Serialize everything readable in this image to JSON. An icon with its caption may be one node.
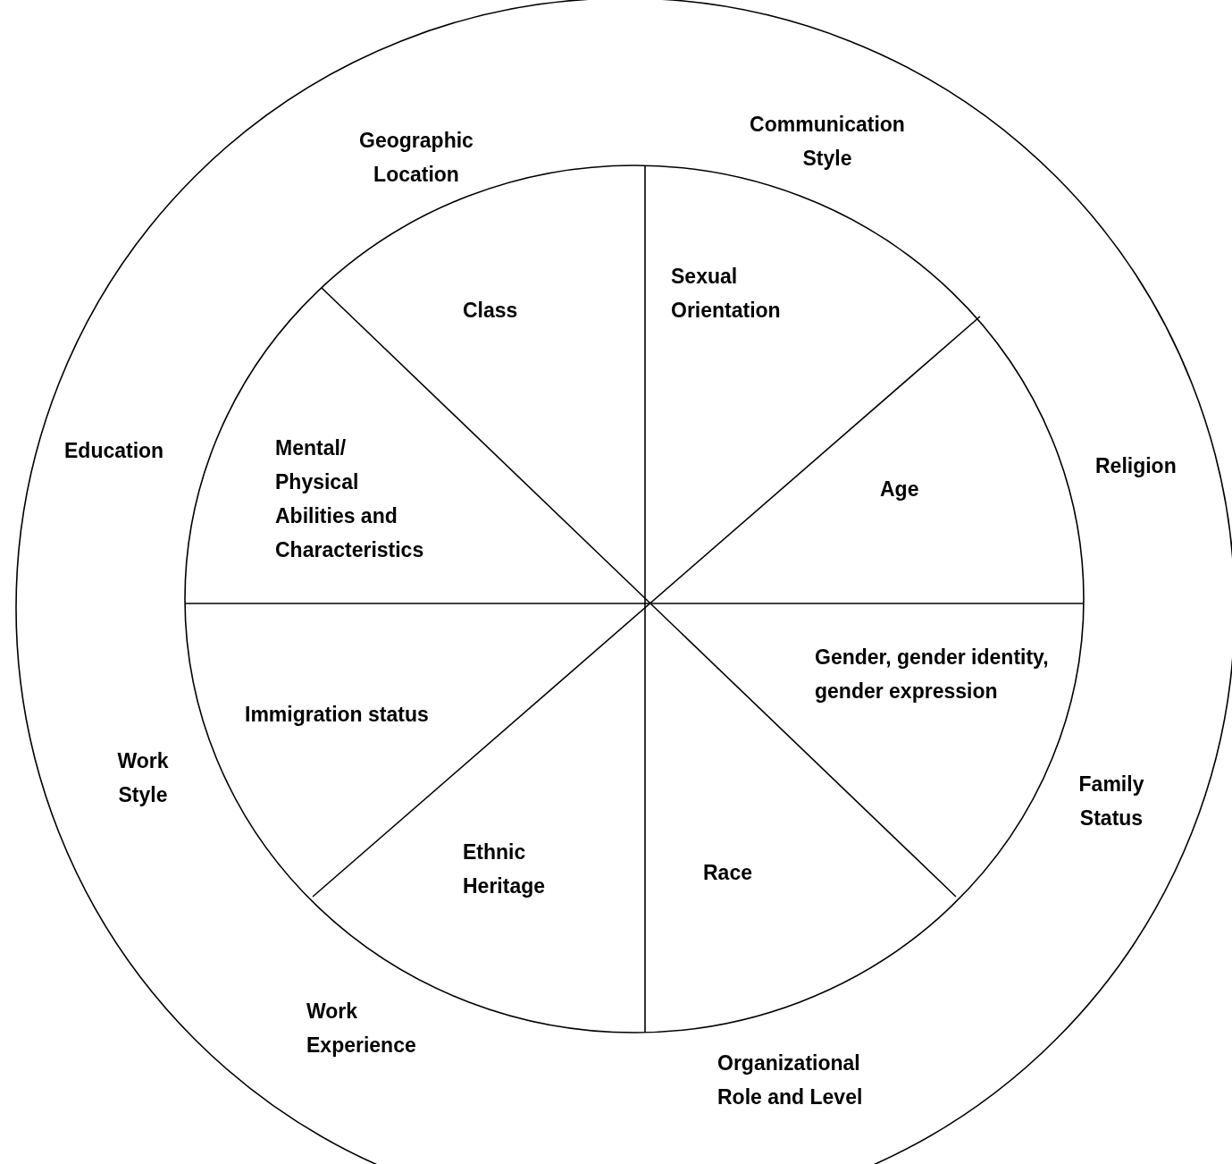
{
  "diagram": {
    "nodes": [
      {
        "text": [
          "Class"
        ]
      },
      {
        "text": [
          "Sexual Orientation"
        ]
      },
      {
        "text": [
          "Mental/ Physical Abilities and Characteristics"
        ]
      },
      {
        "text": [
          "Age"
        ]
      },
      {
        "text": [
          "Gender, gender identity, gender expression"
        ]
      },
      {
        "text": [
          "Immigration status"
        ]
      },
      {
        "text": [
          "Ethnic Heritage"
        ]
      },
      {
        "text": [
          "Race"
        ]
      }
    ],
    "labels": [
      "Communication Style",
      "Geographic Location",
      "Education",
      "Religion",
      "Work Style",
      "Family Status",
      "Work Experience",
      "Organizational Role and Level"
    ]
  }
}
